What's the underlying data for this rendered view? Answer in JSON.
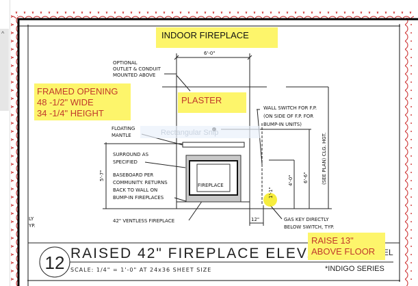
{
  "viewer": {
    "scroll_up_icon": "chevron-up-icon"
  },
  "annotations": {
    "title": "INDOOR FIREPLACE",
    "framed_opening": [
      "FRAMED OPENING",
      "48 -1/2\" WIDE",
      "34 -1/4\" HEIGHT"
    ],
    "plaster": "PLASTER",
    "raise": [
      "RAISE 13\"",
      "ABOVE FLOOR"
    ]
  },
  "drawing": {
    "dim_width": "6'-0\"",
    "outlet_note": [
      "OPTIONAL",
      "OUTLET & CONDUIT",
      "MOUNTED ABOVE"
    ],
    "switch_note": [
      "WALL SWITCH FOR F.P.",
      "(ON SIDE OF F.P. FOR",
      "BUMP-IN UNITS)"
    ],
    "mantle_note": [
      "FLOATING",
      "MANTLE"
    ],
    "surround_note": [
      "SURROUND AS",
      "SPECIFIED"
    ],
    "baseboard_note": [
      "BASEBOARD PER",
      "COMMUNITY. RETURNS",
      "BACK TO WALL ON",
      "BUMP-IN FIREPLACES"
    ],
    "fireplace_label": "FIREPLACE",
    "ventless_note": "42\" VENTLESS FIREPLACE",
    "gas_note": [
      "GAS KEY DIRECTLY",
      "BELOW SWITCH, TYP."
    ],
    "dim_height_left": "5'-7\"",
    "dim_4": "4'-0\"",
    "dim_66": "6'-6\"",
    "dim_clg": "(SEE PLAN) CLG. HGT.",
    "dim_12": "12\"",
    "dim_small": "1'-1\"",
    "left_fragment": [
      "LY",
      "YP."
    ],
    "snip_tooltip": "Rectangular Snip"
  },
  "title_block": {
    "number": "12",
    "title": "RAISED 42\" FIREPLACE ELEV.",
    "scale": "SCALE: 1/4\" = 1'-0\" AT 24x36 SHEET SIZE",
    "series": "*INDIGO SERIES",
    "hidden_fragment": "EL"
  },
  "colors": {
    "highlight": "#fdf56b",
    "markup_red": "#c0392b",
    "scallop": "#d04040"
  }
}
